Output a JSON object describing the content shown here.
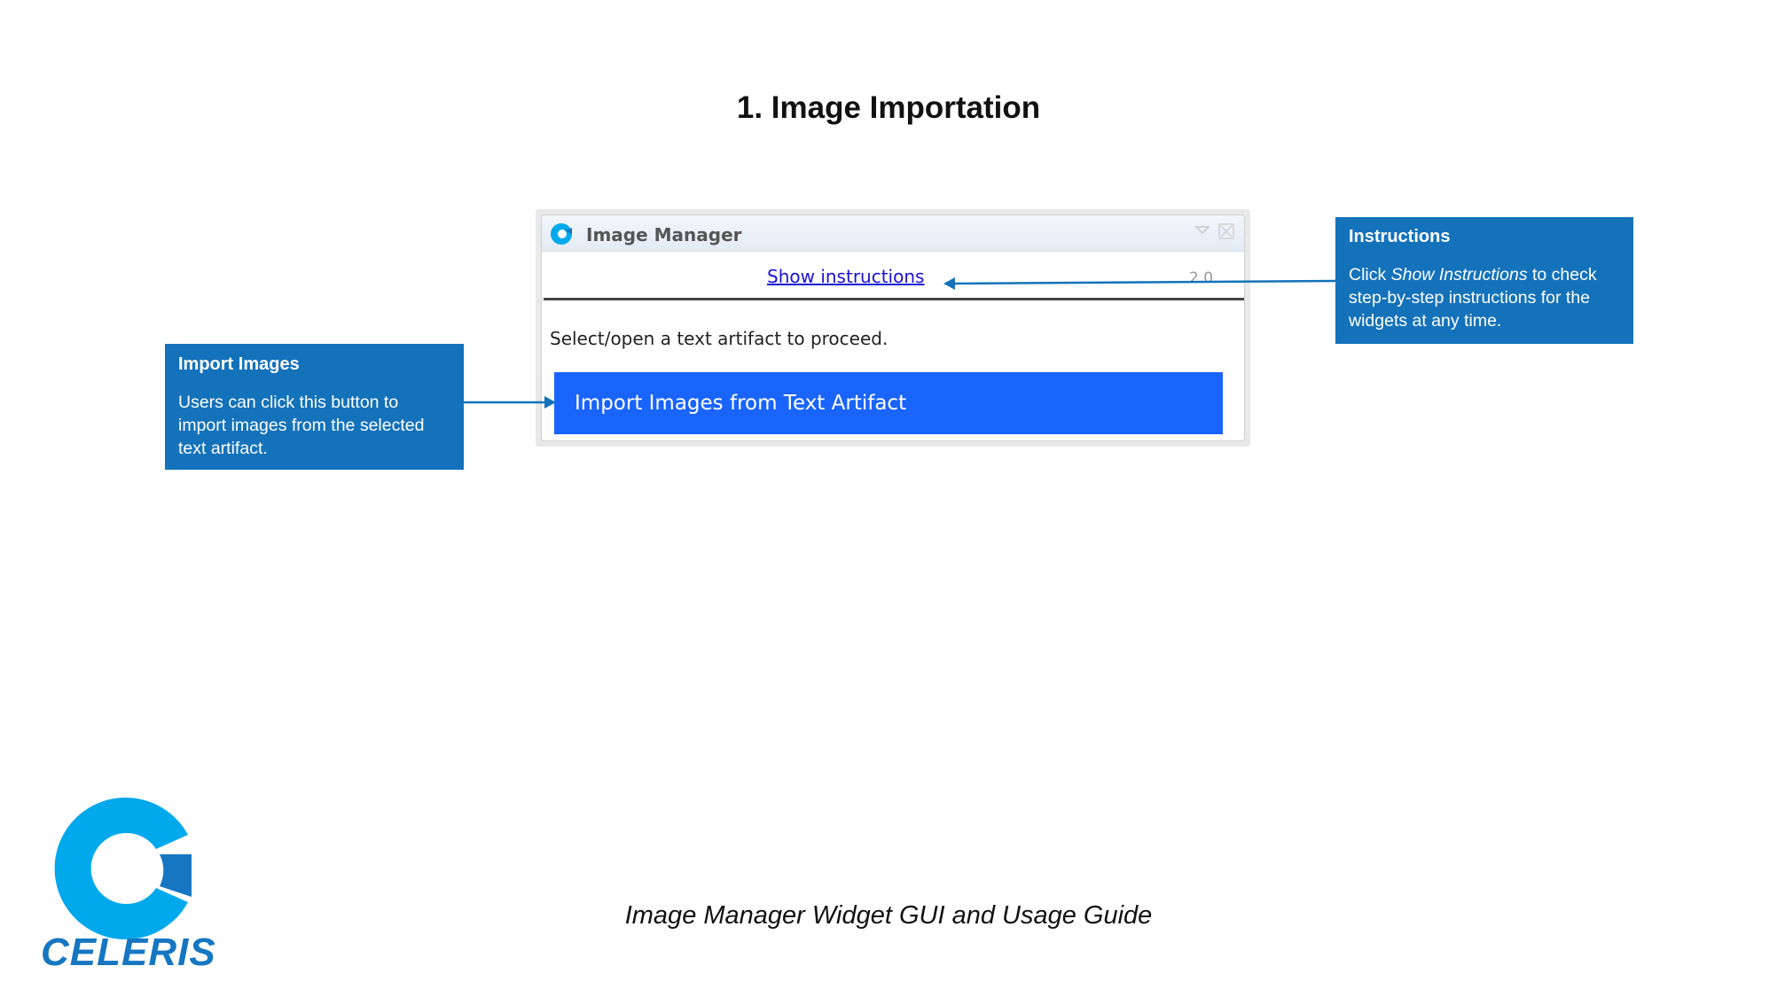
{
  "page": {
    "title": "1. Image Importation",
    "footer": "Image Manager Widget GUI and Usage Guide"
  },
  "widget": {
    "title": "Image Manager",
    "show_instructions_label": "Show instructions",
    "version": "2.0",
    "prompt": "Select/open a text artifact to proceed.",
    "import_button_label": "Import Images from Text Artifact",
    "icons": {
      "app": "celeris-app-icon",
      "minimize": "triangle-down-icon",
      "close": "close-icon"
    }
  },
  "callouts": {
    "import_images": {
      "title": "Import Images",
      "body": "Users can click this button to import images from the selected text artifact."
    },
    "instructions": {
      "title": "Instructions",
      "body_prefix": "Click ",
      "body_emphasis": "Show Instructions",
      "body_suffix": " to check step-by-step instructions for the widgets at any time."
    }
  },
  "logo": {
    "text": "CELERIS"
  },
  "colors": {
    "callout_bg": "#1472ba",
    "button_bg": "#1964fb",
    "link": "#1a10d6",
    "logo_light": "#00a8ec",
    "logo_dark": "#1676c2"
  }
}
